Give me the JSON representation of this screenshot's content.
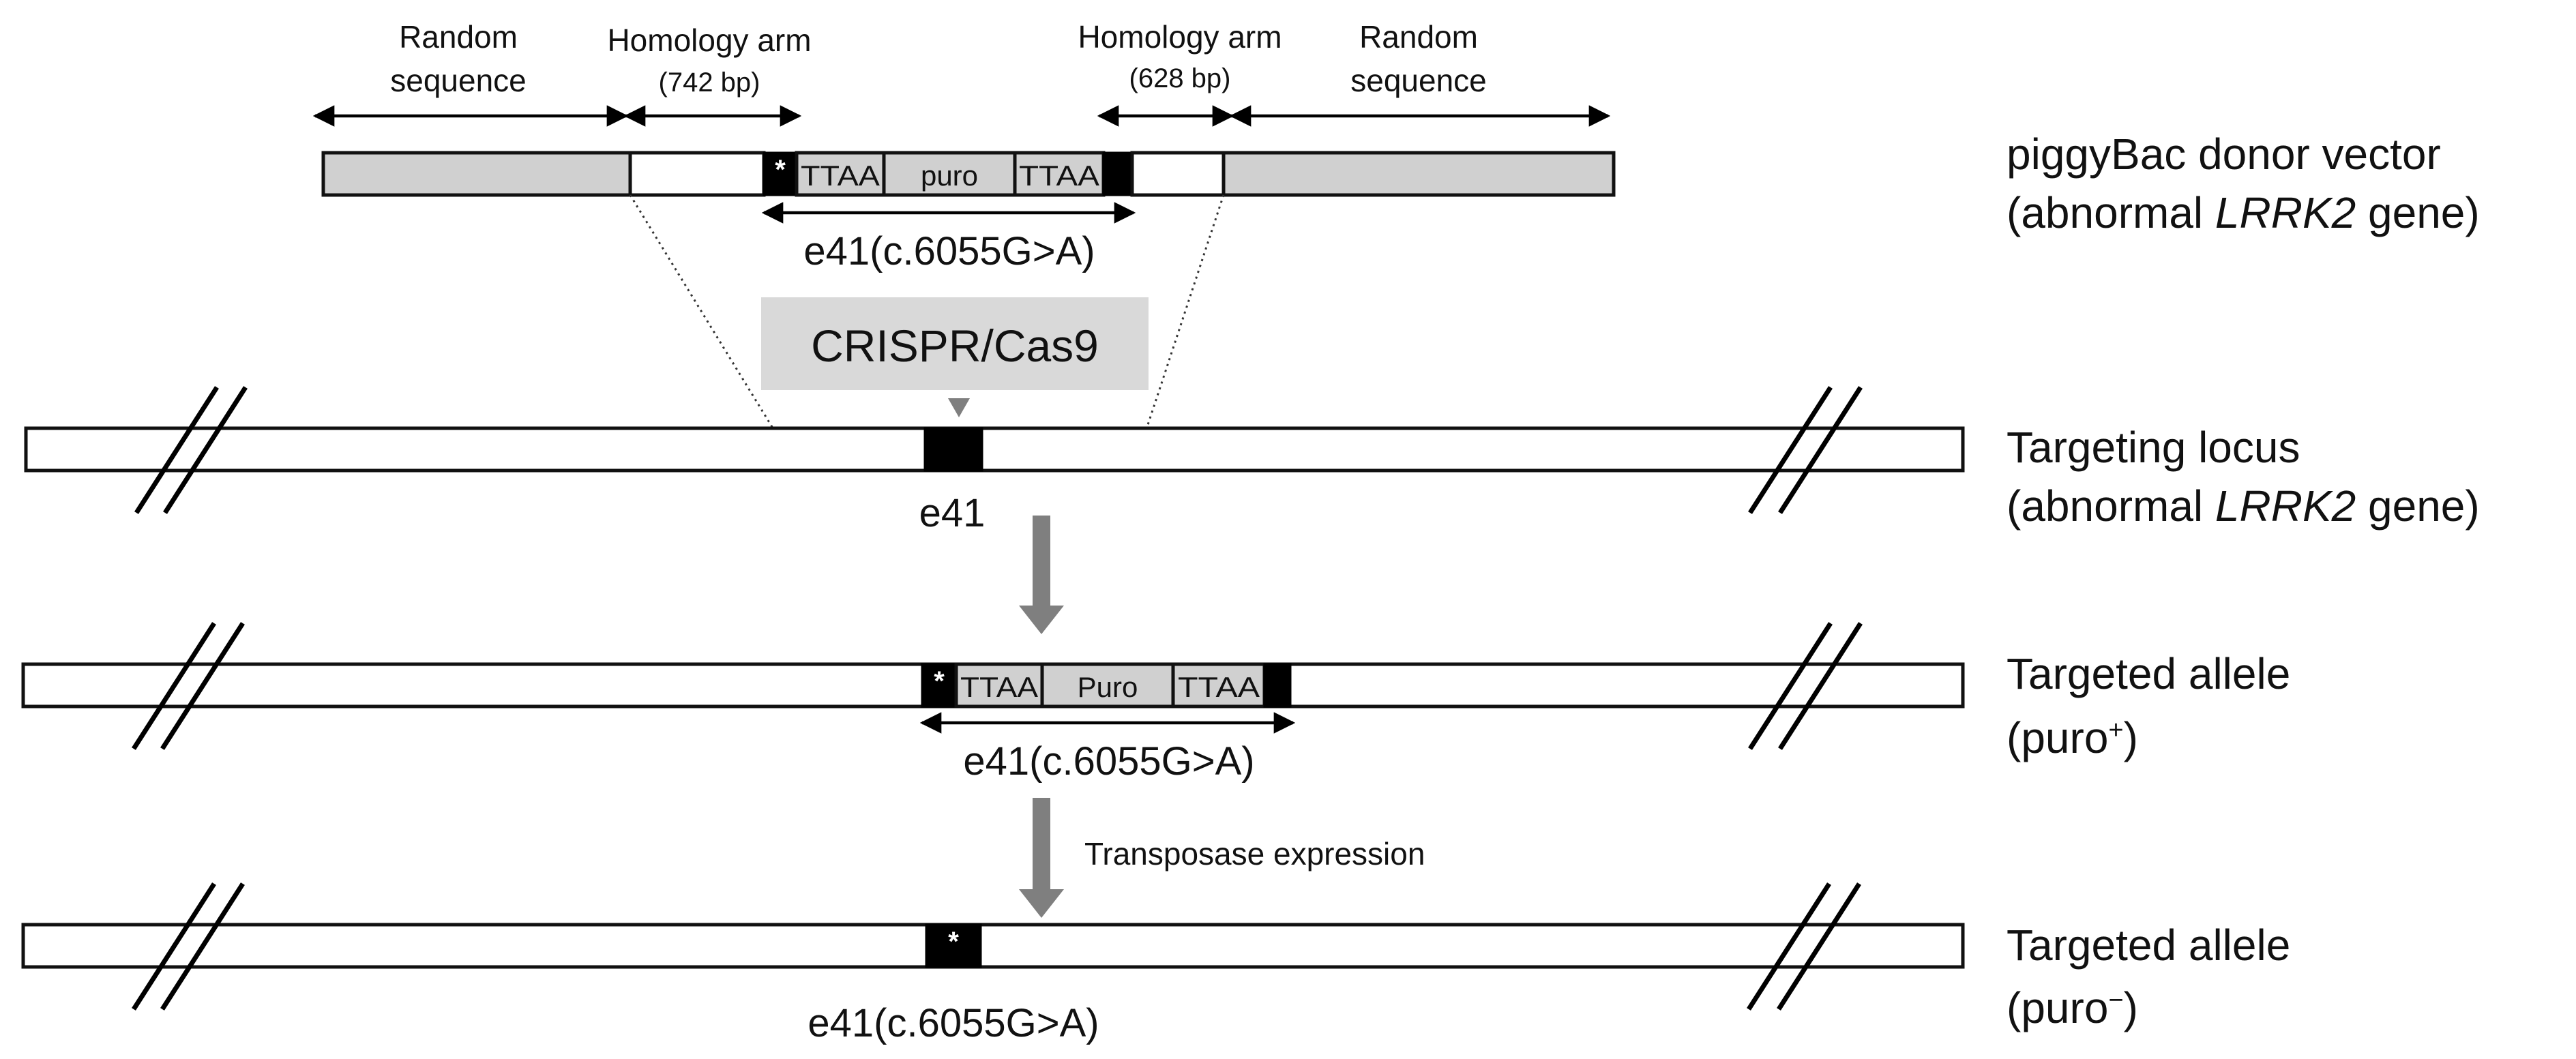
{
  "donor": {
    "random_left_1": "Random",
    "random_left_2": "sequence",
    "arm_left_1": "Homology arm",
    "arm_left_2": "(742 bp)",
    "arm_right_1": "Homology arm",
    "arm_right_2": "(628 bp)",
    "random_right_1": "Random",
    "random_right_2": "sequence",
    "star": "*",
    "ttaa_1": "TTAA",
    "puro": "puro",
    "ttaa_2": "TTAA",
    "exon_label": "e41(c.6055G>A)",
    "side_1": "piggyBac donor vector",
    "side_2a": "(abnormal ",
    "side_2b": "LRRK2",
    "side_2c": " gene)"
  },
  "crispr": {
    "label": "CRISPR/Cas9",
    "box_color": "#d9d9d9"
  },
  "locus": {
    "exon_label": "e41",
    "side_1": "Targeting locus",
    "side_2a": "(abnormal ",
    "side_2b": "LRRK2",
    "side_2c": " gene)"
  },
  "allele_plus": {
    "star": "*",
    "ttaa_1": "TTAA",
    "puro": "Puro",
    "ttaa_2": "TTAA",
    "exon_label": "e41(c.6055G>A)",
    "side_1": "Targeted allele",
    "side_2a": "(puro",
    "side_2b": "+",
    "side_2c": ")"
  },
  "transposase": {
    "label": "Transposase expression"
  },
  "allele_minus": {
    "star": "*",
    "exon_label": "e41(c.6055G>A)",
    "side_1": "Targeted allele",
    "side_2a": "(puro",
    "side_2b": "−",
    "side_2c": ")"
  },
  "colors": {
    "gray_region": "#d0d0d0",
    "arrow_gray": "#7f7f7f",
    "exon_black": "#000000"
  }
}
